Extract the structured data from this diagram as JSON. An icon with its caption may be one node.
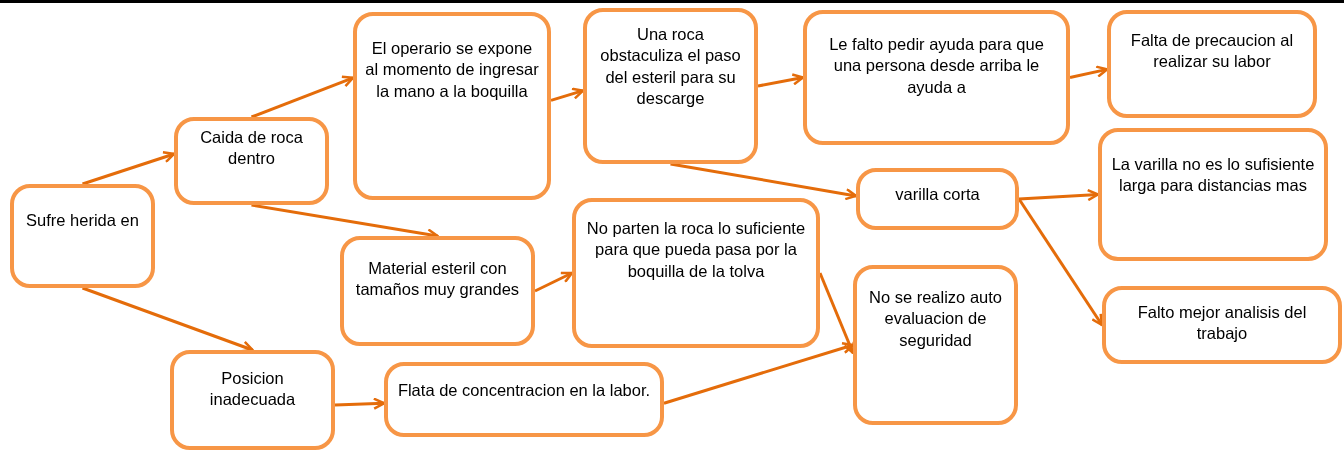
{
  "diagram": {
    "nodes": [
      {
        "text": [
          "Sufre herida en"
        ]
      },
      {
        "text": [
          "Caida de roca dentro"
        ]
      },
      {
        "text": [
          "El operario se expone al momento de ingresar la mano a la boquilla"
        ]
      },
      {
        "text": [
          "Material esteril con tamaños muy grandes"
        ]
      },
      {
        "text": [
          "Posicion inadecuada"
        ]
      },
      {
        "text": [
          "Flata de concentracion en la labor."
        ]
      },
      {
        "text": [
          "Una roca obstaculiza el paso del esteril para su descarge"
        ]
      },
      {
        "text": [
          "No parten la roca lo suficiente  para que pueda pasa por la boquilla de la tolva"
        ]
      },
      {
        "text": [
          "Le falto  pedir ayuda para que una persona desde arriba le ayuda a"
        ]
      },
      {
        "text": [
          "varilla corta"
        ]
      },
      {
        "text": [
          "No se realizo auto evaluacion de seguridad"
        ]
      },
      {
        "text": [
          "Falta de precaucion al realizar su labor"
        ]
      },
      {
        "text": [
          "La varilla no es lo sufisiente larga para distancias  mas"
        ]
      },
      {
        "text": [
          "Falto mejor analisis del trabajo"
        ]
      }
    ],
    "edges": [
      {
        "from": 0,
        "to": 1,
        "arrow": "to"
      },
      {
        "from": 0,
        "to": 4,
        "arrow": "to"
      },
      {
        "from": 1,
        "to": 2,
        "arrow": "to"
      },
      {
        "from": 1,
        "to": 3,
        "arrow": "to"
      },
      {
        "from": 2,
        "to": 6,
        "arrow": "to"
      },
      {
        "from": 3,
        "to": 7,
        "arrow": "to"
      },
      {
        "from": 4,
        "to": 5,
        "arrow": "to"
      },
      {
        "from": 6,
        "to": 8,
        "arrow": "to"
      },
      {
        "from": 6,
        "to": 9,
        "arrow": "to"
      },
      {
        "from": 7,
        "to": 10,
        "arrow": "to"
      },
      {
        "from": 5,
        "to": 10,
        "arrow": "to"
      },
      {
        "from": 8,
        "to": 11,
        "arrow": "to"
      },
      {
        "from": 9,
        "to": 12,
        "arrow": "to"
      },
      {
        "from": 9,
        "to": 13,
        "arrow": "to"
      }
    ]
  }
}
